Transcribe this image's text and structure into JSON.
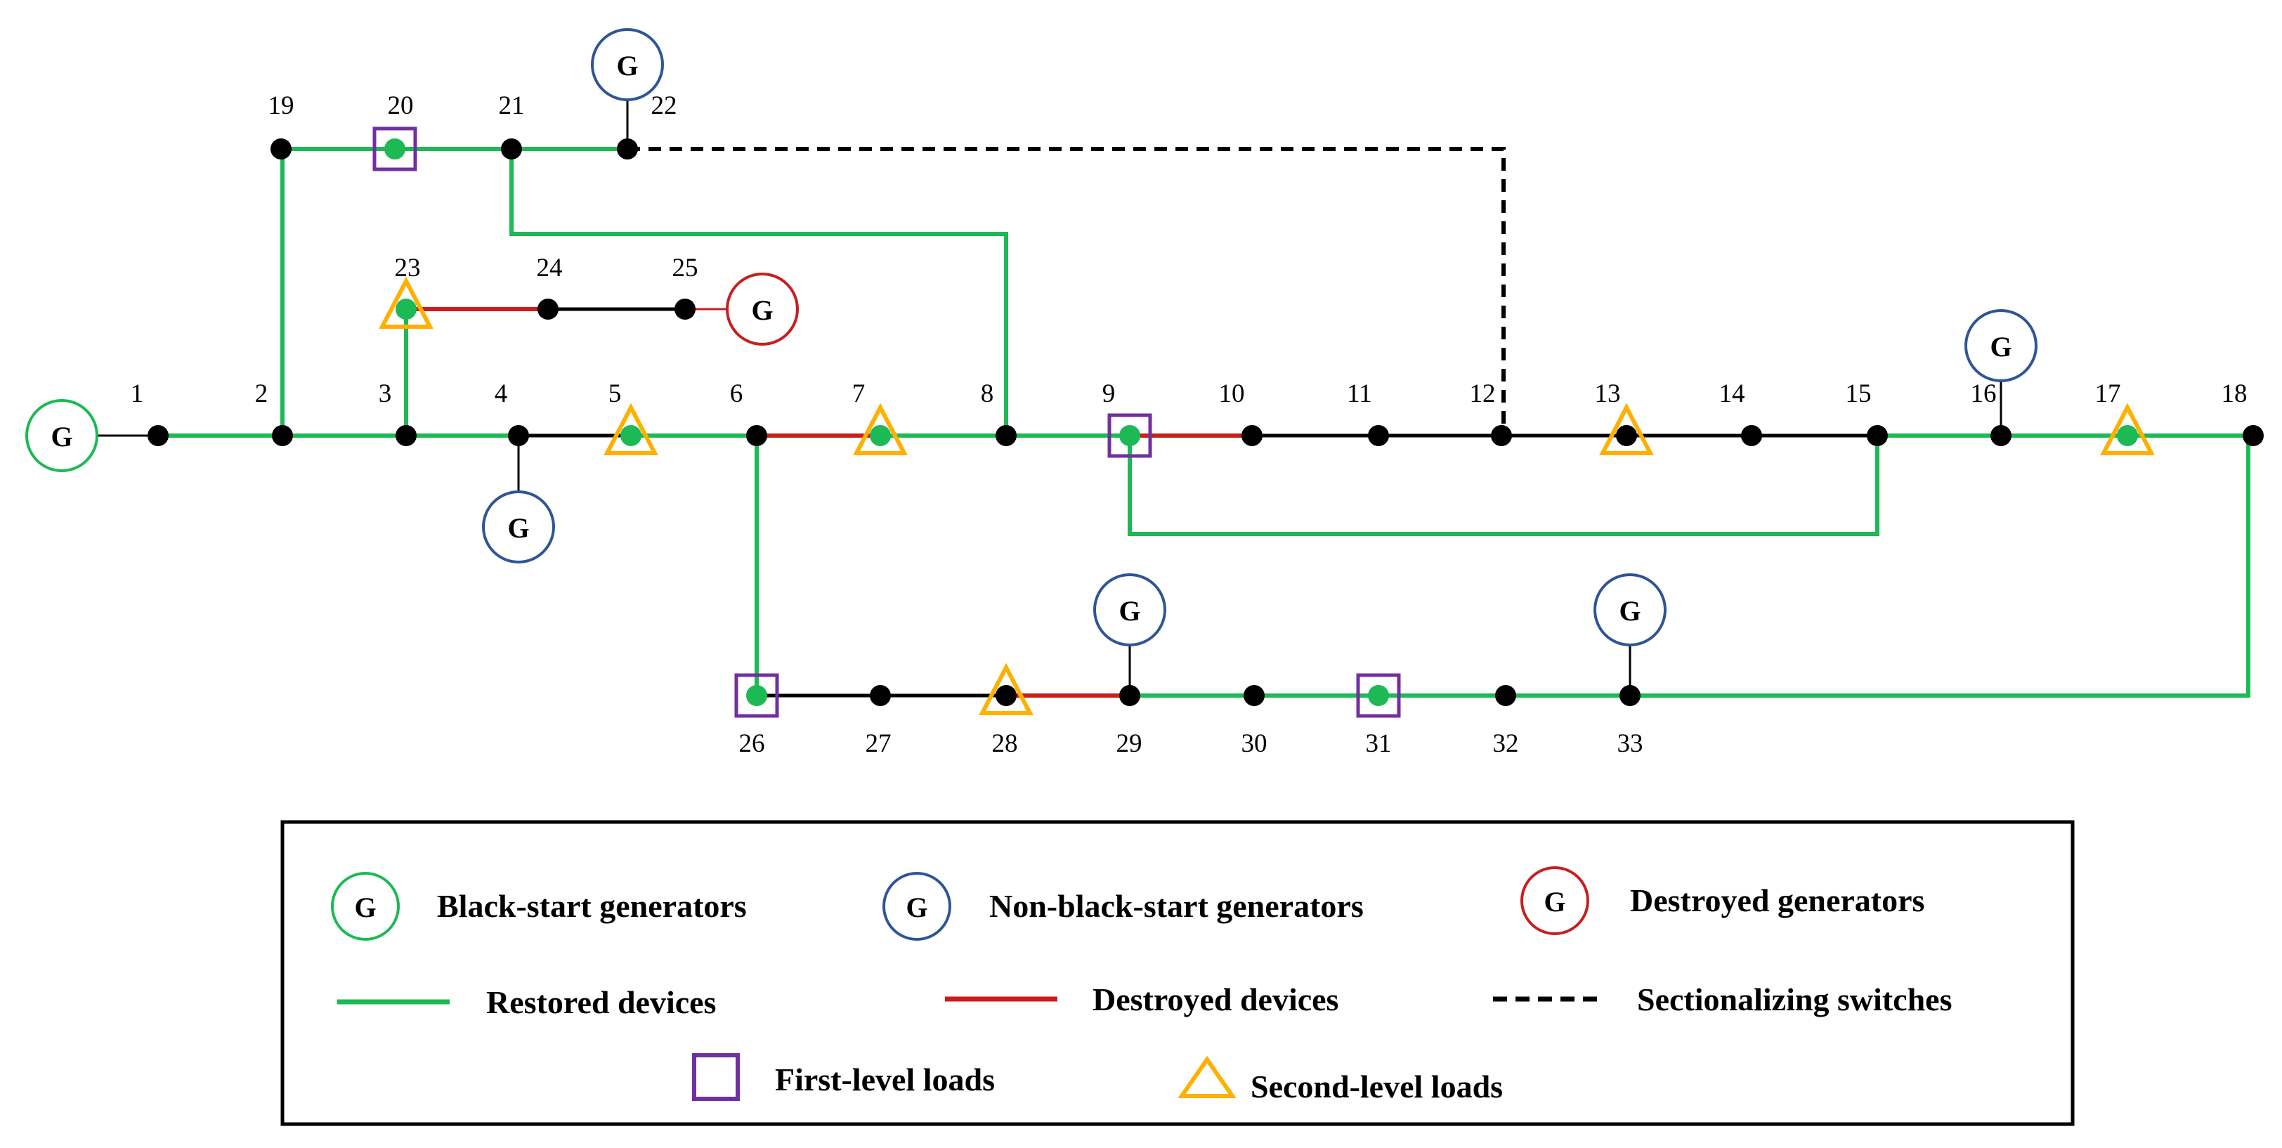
{
  "colors": {
    "restored": "#1db954",
    "destroyed": "#c81e1e",
    "inactive": "#000000",
    "switch": "#000000",
    "black_start_gen": "#1db954",
    "non_black_start_gen": "#2f5597",
    "destroyed_gen": "#c81e1e",
    "first_level_load": "#7030a0",
    "second_level_load": "#ffb000",
    "node": "#000000",
    "energized_node": "#1db954"
  },
  "generator_symbol": "G",
  "nodes": [
    {
      "id": "1",
      "label": "1"
    },
    {
      "id": "2",
      "label": "2"
    },
    {
      "id": "3",
      "label": "3"
    },
    {
      "id": "4",
      "label": "4"
    },
    {
      "id": "5",
      "label": "5",
      "load": "second",
      "energized": true
    },
    {
      "id": "6",
      "label": "6"
    },
    {
      "id": "7",
      "label": "7",
      "load": "second",
      "energized": true
    },
    {
      "id": "8",
      "label": "8"
    },
    {
      "id": "9",
      "label": "9",
      "load": "first",
      "energized": true
    },
    {
      "id": "10",
      "label": "10"
    },
    {
      "id": "11",
      "label": "11"
    },
    {
      "id": "12",
      "label": "12"
    },
    {
      "id": "13",
      "label": "13",
      "load": "second"
    },
    {
      "id": "14",
      "label": "14"
    },
    {
      "id": "15",
      "label": "15"
    },
    {
      "id": "16",
      "label": "16"
    },
    {
      "id": "17",
      "label": "17",
      "load": "second",
      "energized": true
    },
    {
      "id": "18",
      "label": "18"
    },
    {
      "id": "19",
      "label": "19"
    },
    {
      "id": "20",
      "label": "20",
      "load": "first",
      "energized": true
    },
    {
      "id": "21",
      "label": "21"
    },
    {
      "id": "22",
      "label": "22"
    },
    {
      "id": "23",
      "label": "23",
      "load": "second",
      "energized": true
    },
    {
      "id": "24",
      "label": "24"
    },
    {
      "id": "25",
      "label": "25"
    },
    {
      "id": "26",
      "label": "26",
      "load": "first",
      "energized": true
    },
    {
      "id": "27",
      "label": "27"
    },
    {
      "id": "28",
      "label": "28",
      "load": "second"
    },
    {
      "id": "29",
      "label": "29"
    },
    {
      "id": "30",
      "label": "30"
    },
    {
      "id": "31",
      "label": "31",
      "load": "first",
      "energized": true
    },
    {
      "id": "32",
      "label": "32"
    },
    {
      "id": "33",
      "label": "33"
    }
  ],
  "edges": [
    {
      "from": "1",
      "to": "2",
      "status": "restored"
    },
    {
      "from": "2",
      "to": "3",
      "status": "restored"
    },
    {
      "from": "3",
      "to": "4",
      "status": "restored"
    },
    {
      "from": "4",
      "to": "5",
      "status": "inactive"
    },
    {
      "from": "5",
      "to": "6",
      "status": "restored"
    },
    {
      "from": "6",
      "to": "7",
      "status": "destroyed"
    },
    {
      "from": "7",
      "to": "8",
      "status": "restored"
    },
    {
      "from": "8",
      "to": "9",
      "status": "restored"
    },
    {
      "from": "9",
      "to": "10",
      "status": "destroyed"
    },
    {
      "from": "10",
      "to": "11",
      "status": "inactive"
    },
    {
      "from": "11",
      "to": "12",
      "status": "inactive"
    },
    {
      "from": "12",
      "to": "13",
      "status": "inactive"
    },
    {
      "from": "13",
      "to": "14",
      "status": "inactive"
    },
    {
      "from": "14",
      "to": "15",
      "status": "inactive"
    },
    {
      "from": "15",
      "to": "16",
      "status": "restored"
    },
    {
      "from": "16",
      "to": "17",
      "status": "restored"
    },
    {
      "from": "17",
      "to": "18",
      "status": "restored"
    },
    {
      "from": "2",
      "to": "19",
      "status": "restored"
    },
    {
      "from": "19",
      "to": "20",
      "status": "restored"
    },
    {
      "from": "20",
      "to": "21",
      "status": "restored"
    },
    {
      "from": "21",
      "to": "22",
      "status": "restored"
    },
    {
      "from": "21",
      "to": "8",
      "status": "restored"
    },
    {
      "from": "22",
      "to": "12",
      "status": "switch"
    },
    {
      "from": "3",
      "to": "23",
      "status": "restored"
    },
    {
      "from": "23",
      "to": "24",
      "status": "destroyed"
    },
    {
      "from": "24",
      "to": "25",
      "status": "inactive"
    },
    {
      "from": "9",
      "to": "15",
      "status": "restored"
    },
    {
      "from": "6",
      "to": "26",
      "status": "restored"
    },
    {
      "from": "26",
      "to": "27",
      "status": "inactive"
    },
    {
      "from": "27",
      "to": "28",
      "status": "inactive"
    },
    {
      "from": "28",
      "to": "29",
      "status": "destroyed"
    },
    {
      "from": "29",
      "to": "30",
      "status": "restored"
    },
    {
      "from": "30",
      "to": "31",
      "status": "restored"
    },
    {
      "from": "31",
      "to": "32",
      "status": "restored"
    },
    {
      "from": "32",
      "to": "33",
      "status": "restored"
    },
    {
      "from": "33",
      "to": "18",
      "status": "restored"
    }
  ],
  "generators": [
    {
      "bus": "1",
      "type": "black-start"
    },
    {
      "bus": "4",
      "type": "non-black-start"
    },
    {
      "bus": "16",
      "type": "non-black-start"
    },
    {
      "bus": "22",
      "type": "non-black-start"
    },
    {
      "bus": "25",
      "type": "destroyed"
    },
    {
      "bus": "29",
      "type": "non-black-start"
    },
    {
      "bus": "33",
      "type": "non-black-start"
    }
  ],
  "legend": {
    "black_start": "Black-start generators",
    "non_black_start": "Non-black-start generators",
    "destroyed_gen": "Destroyed generators",
    "restored": "Restored devices",
    "destroyed_dev": "Destroyed devices",
    "switch": "Sectionalizing switches",
    "first_level": "First-level loads",
    "second_level": "Second-level loads"
  }
}
